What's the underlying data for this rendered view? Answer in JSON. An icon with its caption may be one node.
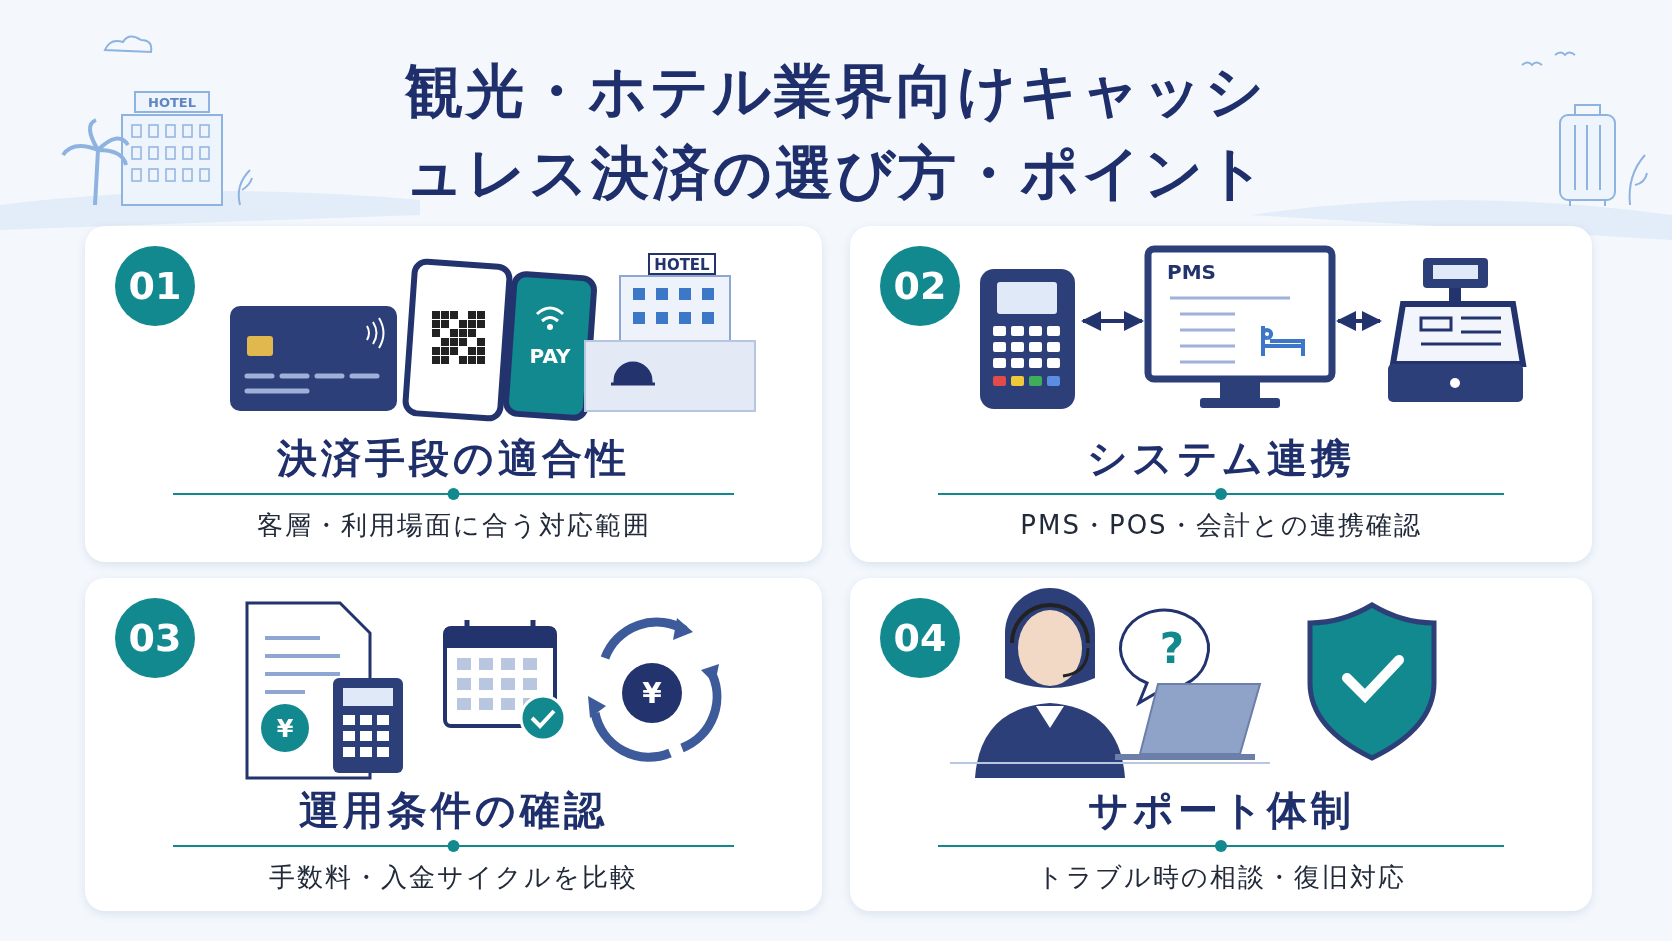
{
  "diagram": {
    "title": "観光・ホテル業界向けキャッシュレス決済の選び方・ポイント",
    "nodes": [
      {
        "text": [
          "01",
          "決済手段の適合性",
          "客層・利用場面に合う対応範囲"
        ]
      },
      {
        "text": [
          "02",
          "システム連携",
          "PMS・POS・会計との連携確認"
        ]
      },
      {
        "text": [],
        "shape": "picture",
        "in": 1
      },
      {
        "text": [
          "PMS"
        ],
        "in": 1
      },
      {
        "text": [],
        "shape": "picture",
        "in": 1
      },
      {
        "text": [
          "03",
          "運用条件の確認",
          "手数料・入金サイクルを比較"
        ]
      },
      {
        "text": [
          "04",
          "サポート体制",
          "トラブル時の相談・復旧対応"
        ]
      }
    ],
    "edges": [
      {
        "from": 2,
        "to": 3,
        "arrow": "both"
      },
      {
        "from": 3,
        "to": 4,
        "arrow": "both"
      }
    ],
    "labels": [
      "HOTEL",
      "HOTEL",
      "PAY",
      "¥",
      "¥",
      "?"
    ]
  }
}
